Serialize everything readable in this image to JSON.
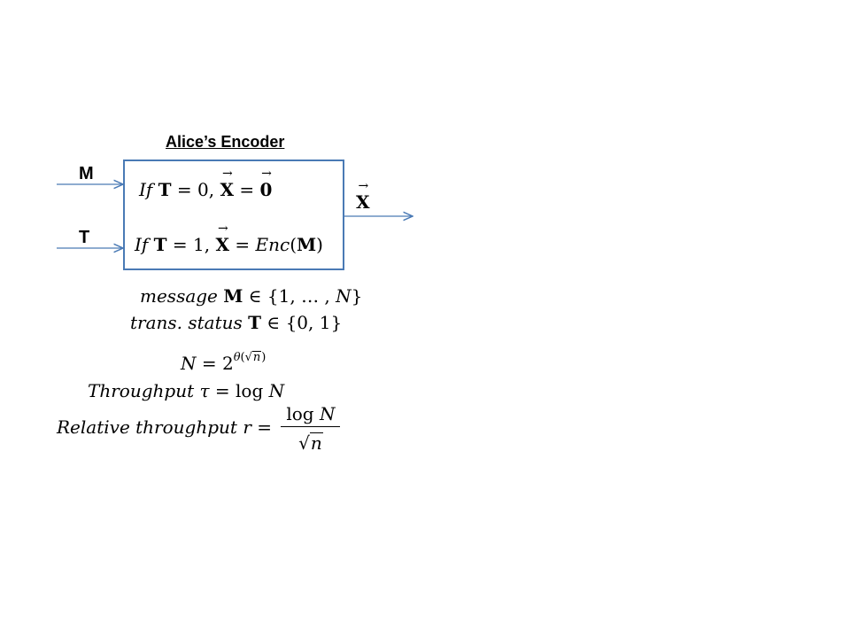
{
  "title": "Alice’s Encoder",
  "inputs": {
    "m": "M",
    "t": "T"
  },
  "output": "X",
  "box": {
    "line1": {
      "pre": "If",
      "var": "T",
      "eq": " = 0, ",
      "lhs": "X",
      "eq2": " = ",
      "rhs": "0"
    },
    "line2": {
      "pre": "If",
      "var": "T",
      "eq": " = 1, ",
      "lhs": "X",
      "eq2": " = ",
      "fn": "Enc",
      "open": "(",
      "arg": "M",
      "close": ")"
    }
  },
  "defs": {
    "message": {
      "label": "message",
      "var": "M",
      "set": " ∈ {1, … , ",
      "setvar": "N",
      "close": "}"
    },
    "status": {
      "label": "trans. status",
      "var": "T",
      "set": " ∈ {0, 1}"
    }
  },
  "formulas": {
    "n_eq": {
      "lhs": "N",
      "eq": " = 2",
      "exp_fn": "θ",
      "exp_open": "(",
      "exp_var": "n",
      "exp_close": ")"
    },
    "throughput": {
      "label": "Throughput",
      "sym": "τ",
      "eq": " = log ",
      "var": "N"
    },
    "relative": {
      "label": "Relative throughput",
      "sym": "r",
      "eq": " = ",
      "num_fn": "log ",
      "num_var": "N",
      "den_var": "n"
    }
  },
  "colors": {
    "box_border": "#4a7ab5",
    "arrows": "#4a7ab5"
  }
}
